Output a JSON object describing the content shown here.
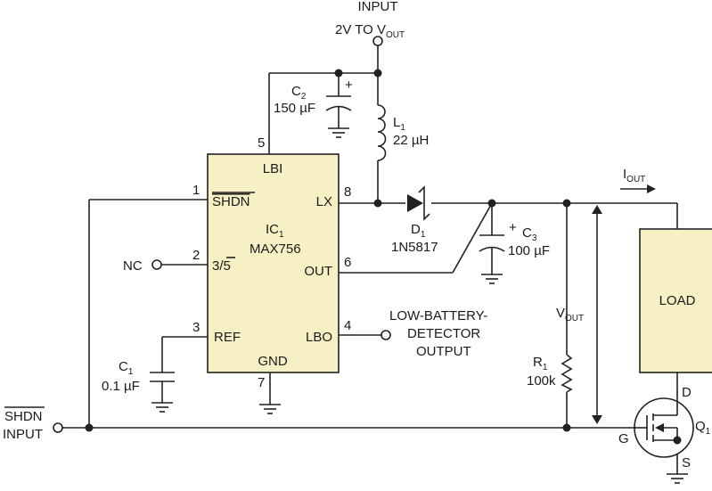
{
  "input": {
    "title": "INPUT",
    "range_prefix": "2V TO V",
    "range_sub": "OUT"
  },
  "ic": {
    "ref": "IC",
    "ref_sub": "1",
    "part": "MAX756",
    "pins": {
      "lbi": "LBI",
      "shdn": "SHDN",
      "sel": "3/5",
      "ref": "REF",
      "lx": "LX",
      "out": "OUT",
      "lbo": "LBO",
      "gnd": "GND"
    },
    "pin_numbers": {
      "p1": "1",
      "p2": "2",
      "p3": "3",
      "p4": "4",
      "p5": "5",
      "p6": "6",
      "p7": "7",
      "p8": "8"
    }
  },
  "c1": {
    "ref": "C",
    "sub": "1",
    "value": "0.1 µF"
  },
  "c2": {
    "ref": "C",
    "sub": "2",
    "value": "150 µF",
    "polarity": "+"
  },
  "c3": {
    "ref": "C",
    "sub": "3",
    "value": "100 µF",
    "polarity": "+"
  },
  "l1": {
    "ref": "L",
    "sub": "1",
    "value": "22 µH"
  },
  "d1": {
    "ref": "D",
    "sub": "1",
    "part": "1N5817"
  },
  "r1": {
    "ref": "R",
    "sub": "1",
    "value": "100k"
  },
  "q1": {
    "ref": "Q",
    "sub": "1",
    "d": "D",
    "g": "G",
    "s": "S"
  },
  "nc": "NC",
  "lbo_out": {
    "line1": "LOW-BATTERY-",
    "line2": "DETECTOR",
    "line3": "OUTPUT"
  },
  "iout": {
    "main": "I",
    "sub": "OUT"
  },
  "vout": {
    "main": "V",
    "sub": "OUT"
  },
  "load": "LOAD",
  "shdn_in": {
    "line1": "SHDN",
    "line2": "INPUT"
  }
}
